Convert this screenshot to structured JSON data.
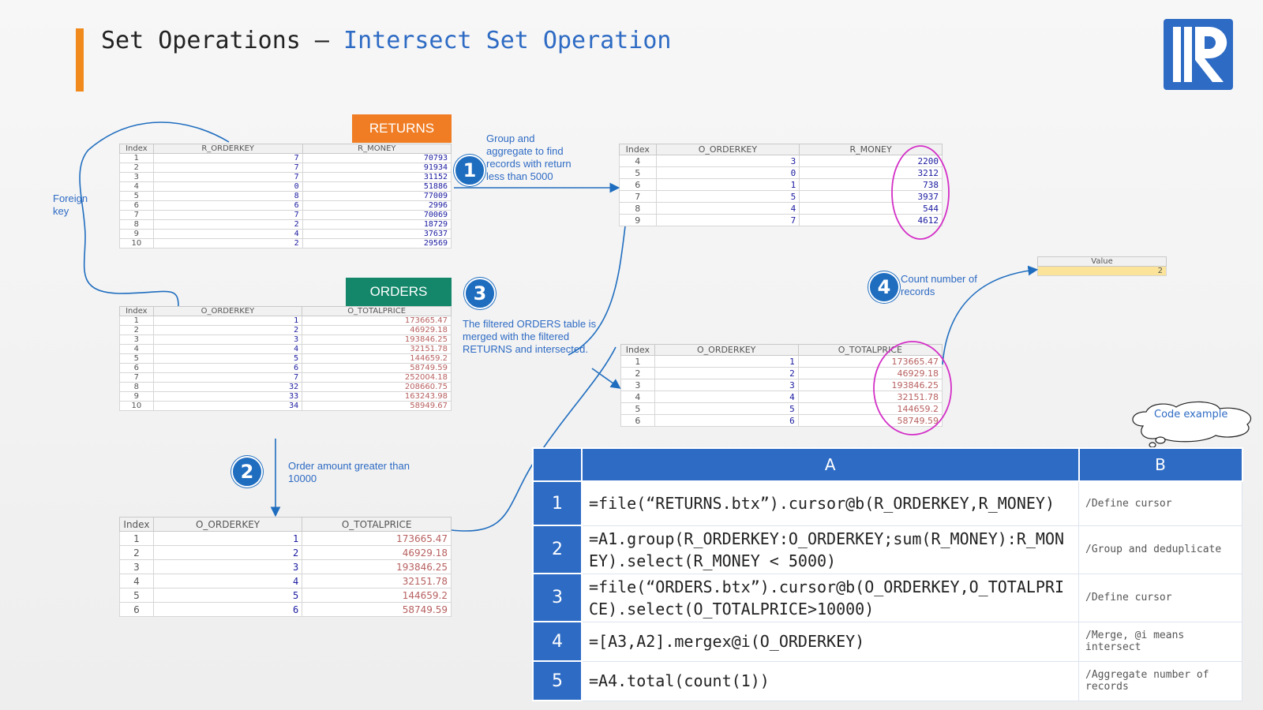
{
  "title": {
    "prefix": "Set Operations –",
    "suffix": "Intersect Set Operation"
  },
  "colors": {
    "accent": "#f08a1c",
    "brand": "#2e6bc4",
    "returns_tag": "#f07d24",
    "orders_tag": "#14876b",
    "ellipse": "#d32fc7"
  },
  "labels": {
    "returns": "RETURNS",
    "orders": "ORDERS",
    "foreign_key": [
      "Foreign",
      "key"
    ],
    "step1": [
      "Group and",
      "aggregate to find",
      "records  with return",
      "less than 5000"
    ],
    "step2": [
      "Order amount greater than",
      "10000"
    ],
    "step3": [
      "The filtered ORDERS table is",
      "merged with the filtered",
      "RETURNS and intersected."
    ],
    "step4": [
      "Count number of",
      "records"
    ],
    "code_example": "Code example"
  },
  "steps": [
    "1",
    "2",
    "3",
    "4"
  ],
  "returns_table": {
    "headers": [
      "Index",
      "R_ORDERKEY",
      "R_MONEY"
    ],
    "rows": [
      [
        "1",
        "7",
        "70793"
      ],
      [
        "2",
        "7",
        "91934"
      ],
      [
        "3",
        "7",
        "31152"
      ],
      [
        "4",
        "0",
        "51886"
      ],
      [
        "5",
        "8",
        "77009"
      ],
      [
        "6",
        "6",
        "2996"
      ],
      [
        "7",
        "7",
        "70069"
      ],
      [
        "8",
        "2",
        "18729"
      ],
      [
        "9",
        "4",
        "37637"
      ],
      [
        "10",
        "2",
        "29569"
      ]
    ]
  },
  "orders_table": {
    "headers": [
      "Index",
      "O_ORDERKEY",
      "O_TOTALPRICE"
    ],
    "rows": [
      [
        "1",
        "1",
        "173665.47"
      ],
      [
        "2",
        "2",
        "46929.18"
      ],
      [
        "3",
        "3",
        "193846.25"
      ],
      [
        "4",
        "4",
        "32151.78"
      ],
      [
        "5",
        "5",
        "144659.2"
      ],
      [
        "6",
        "6",
        "58749.59"
      ],
      [
        "7",
        "7",
        "252004.18"
      ],
      [
        "8",
        "32",
        "208660.75"
      ],
      [
        "9",
        "33",
        "163243.98"
      ],
      [
        "10",
        "34",
        "58949.67"
      ]
    ]
  },
  "filtered_orders": {
    "headers": [
      "Index",
      "O_ORDERKEY",
      "O_TOTALPRICE"
    ],
    "rows": [
      [
        "1",
        "1",
        "173665.47"
      ],
      [
        "2",
        "2",
        "46929.18"
      ],
      [
        "3",
        "3",
        "193846.25"
      ],
      [
        "4",
        "4",
        "32151.78"
      ],
      [
        "5",
        "5",
        "144659.2"
      ],
      [
        "6",
        "6",
        "58749.59"
      ]
    ]
  },
  "grouped_returns": {
    "headers": [
      "Index",
      "O_ORDERKEY",
      "R_MONEY"
    ],
    "rows": [
      [
        "4",
        "3",
        "2200"
      ],
      [
        "5",
        "0",
        "3212"
      ],
      [
        "6",
        "1",
        "738"
      ],
      [
        "7",
        "5",
        "3937"
      ],
      [
        "8",
        "4",
        "544"
      ],
      [
        "9",
        "7",
        "4612"
      ]
    ]
  },
  "intersect_result": {
    "headers": [
      "Index",
      "O_ORDERKEY",
      "O_TOTALPRICE"
    ],
    "rows": [
      [
        "1",
        "1",
        "173665.47"
      ],
      [
        "2",
        "2",
        "46929.18"
      ],
      [
        "3",
        "3",
        "193846.25"
      ],
      [
        "4",
        "4",
        "32151.78"
      ],
      [
        "5",
        "5",
        "144659.2"
      ],
      [
        "6",
        "6",
        "58749.59"
      ]
    ]
  },
  "value_box": {
    "header": "Value",
    "value": "2"
  },
  "code": {
    "headers": [
      "",
      "A",
      "B"
    ],
    "rows": [
      {
        "n": "1",
        "a": "=file(“RETURNS.btx”).cursor@b(R_ORDERKEY,R_MONEY)",
        "b": "/Define cursor"
      },
      {
        "n": "2",
        "a": "=A1.group(R_ORDERKEY:O_ORDERKEY;sum(R_MONEY):R_MONEY).select(R_MONEY < 5000)",
        "b": "/Group and deduplicate"
      },
      {
        "n": "3",
        "a": "=file(“ORDERS.btx”).cursor@b(O_ORDERKEY,O_TOTALPRICE).select(O_TOTALPRICE>10000)",
        "b": "/Define cursor"
      },
      {
        "n": "4",
        "a": "=[A3,A2].mergex@i(O_ORDERKEY)",
        "b": "/Merge, @i means intersect"
      },
      {
        "n": "5",
        "a": "=A4.total(count(1))",
        "b": "/Aggregate number of records"
      }
    ]
  }
}
